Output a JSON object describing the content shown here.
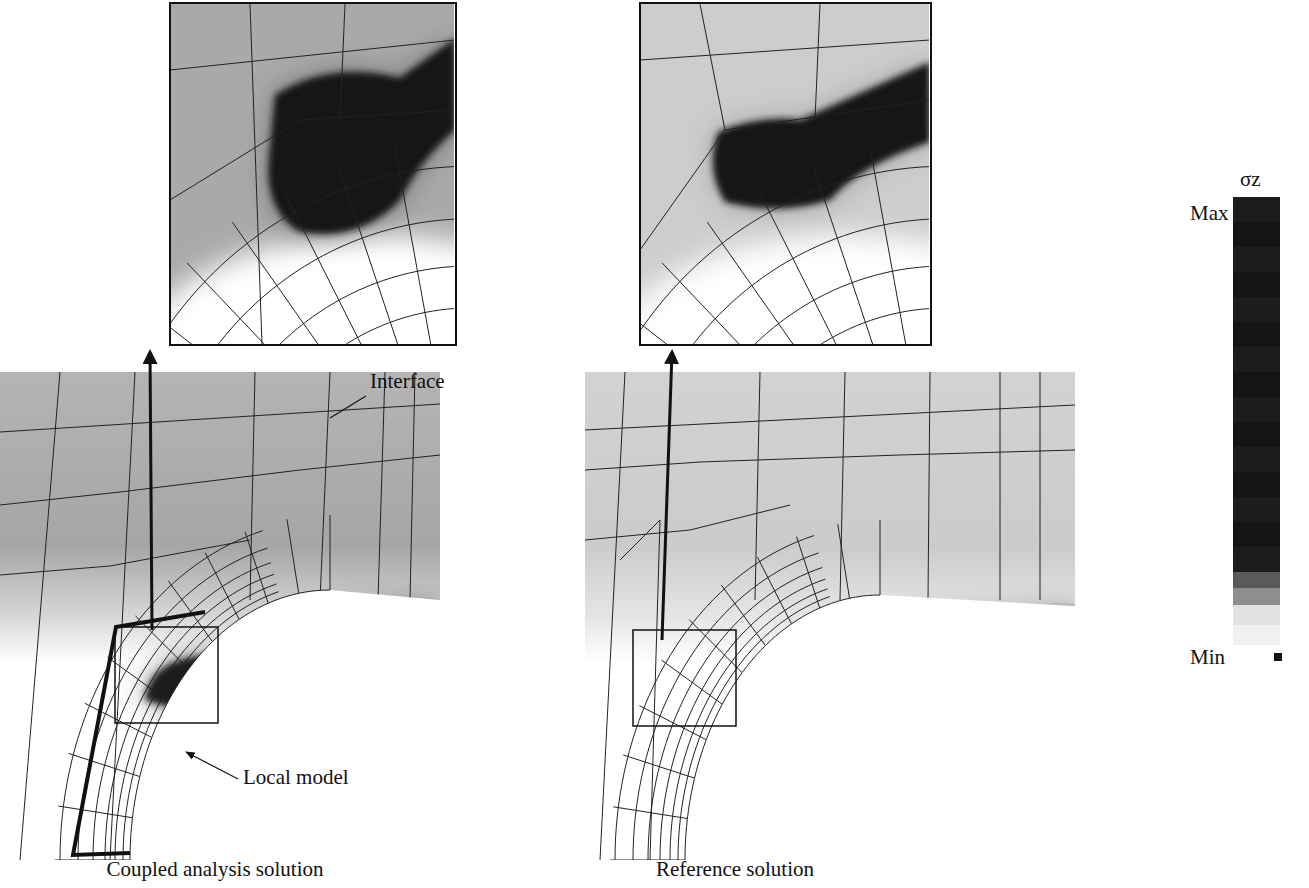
{
  "diagram": {
    "labels": [
      "Interface",
      "Local model",
      "Coupled analysis solution",
      "Reference solution",
      "σz",
      "Max",
      "Min"
    ]
  }
}
